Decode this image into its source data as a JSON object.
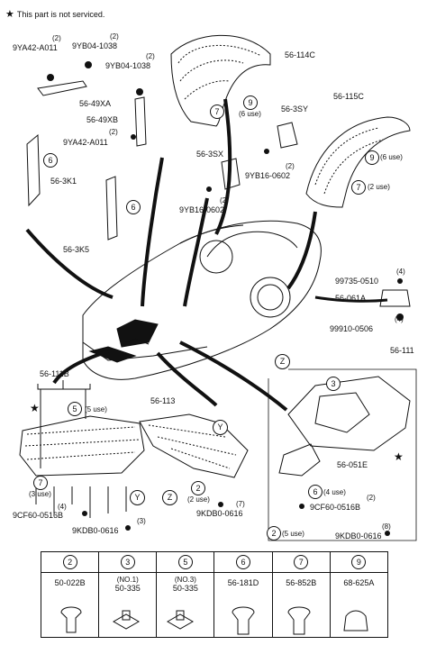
{
  "note": {
    "star": "★",
    "text": "This part is not serviced."
  },
  "labels": {
    "p9ya42_top": "9YA42-A011",
    "p9yb04_1": "9YB04-1038",
    "p9yb04_2": "9YB04-1038",
    "p56_49xa": "56-49XA",
    "p56_49xb": "56-49XB",
    "p9ya42_mid": "9YA42-A011",
    "p56_3k1": "56-3K1",
    "p56_3k5": "56-3K5",
    "p56_114c": "56-114C",
    "p56_3sy": "56-3SY",
    "p56_3sx": "56-3SX",
    "p9yb16_1": "9YB16-0602",
    "p9yb16_2": "9YB16-0602",
    "p56_115c": "56-115C",
    "p99735": "99735-0510",
    "p56_061a": "56-061A",
    "p99910": "99910-0506",
    "p56_111": "56-111",
    "p56_111b": "56-111B",
    "p56_113": "56-113",
    "p56_051e": "56-051E",
    "p9cf60_l": "9CF60-0516B",
    "p9kdb0_l": "9KDB0-0616",
    "p9kdb0_m": "9KDB0-0616",
    "p9cf60_r": "9CF60-0516B",
    "p9kdb0_r": "9KDB0-0616"
  },
  "quantities": {
    "q2a": "(2)",
    "q2b": "(2)",
    "q2c": "(2)",
    "q2d": "(2)",
    "q2e": "(2)",
    "q2f": "(2)",
    "q4a": "(4)",
    "q4b": "(4)",
    "q4c": "(4)",
    "q3a": "(3)",
    "q7a": "(7)",
    "q2g": "(2)",
    "q8a": "(8)",
    "use6a": "(6 use)",
    "use6b": "(6 use)",
    "use2a": "(2 use)",
    "use5a": "(5 use)",
    "use3a": "(3 use)",
    "use2b": "(2 use)",
    "use4a": "(4 use)",
    "use5b": "(5 use)"
  },
  "callouts": {
    "c9a": "9",
    "c7a": "7",
    "c9b": "9",
    "c7b": "7",
    "c6a": "6",
    "c6b": "6",
    "c5a": "5",
    "c7c": "7",
    "c2a": "2",
    "c6c": "6",
    "c2b": "2",
    "c3a": "3",
    "zA": "Z",
    "zB": "Z",
    "yA": "Y",
    "yB": "Y"
  },
  "legend": [
    {
      "ref": "2",
      "part": "50-022B",
      "note": ""
    },
    {
      "ref": "3",
      "part": "50-335",
      "note": "(NO.1)"
    },
    {
      "ref": "5",
      "part": "50-335",
      "note": "(NO.3)"
    },
    {
      "ref": "6",
      "part": "56-181D",
      "note": ""
    },
    {
      "ref": "7",
      "part": "56-852B",
      "note": ""
    },
    {
      "ref": "9",
      "part": "68-625A",
      "note": ""
    }
  ]
}
